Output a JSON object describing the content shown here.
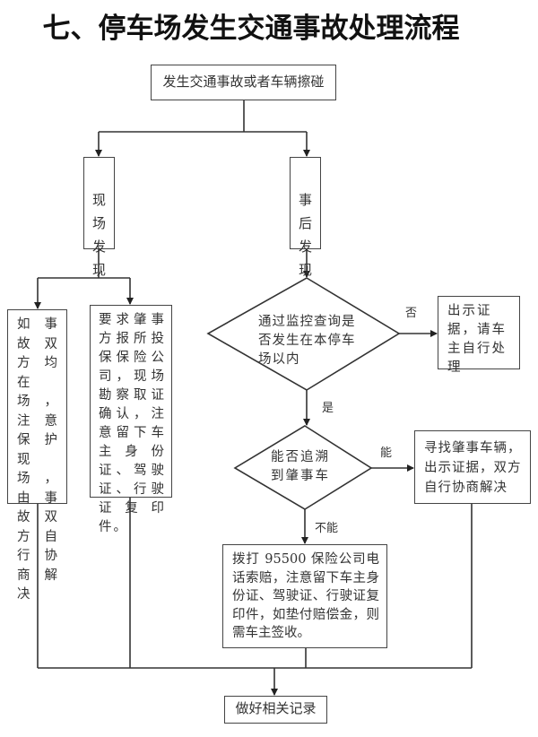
{
  "title": "七、停车场发生交通事故处理流程",
  "nodes": {
    "start": "发生交通事故或者车辆擦碰",
    "onsite": "现\n场\n发\n现",
    "after": "事\n后\n发\n现",
    "onsite_both": "如事故双方均在场，注意保护现场，由事故双方自行协商解决",
    "onsite_insurance": "要求肇事方报所投保保险公司，现场勘察取证确认，注意留下车主身份证、驾驶证、行驶证复印件。",
    "decision_monitor": "通过监控查询是否发生在本停车场以内",
    "outside_lot": "出示证据，请车主自行处理",
    "decision_trace": "能否追溯到肇事车",
    "found_vehicle": "寻找肇事车辆，出示证据，双方自行协商解决",
    "not_found": "拨打 95500 保险公司电话索赔，注意留下车主身份证、驾驶证、行驶证复印件，如垫付赔偿金，则需车主签收。",
    "final": "做好相关记录"
  },
  "edge_labels": {
    "no": "否",
    "yes": "是",
    "can": "能",
    "cannot": "不能"
  }
}
